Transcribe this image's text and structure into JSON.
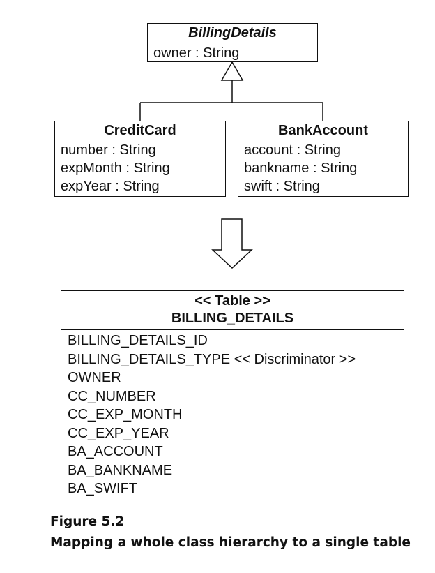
{
  "diagram": {
    "superclass": {
      "name": "BillingDetails",
      "attributes": [
        "owner : String"
      ]
    },
    "subclasses": [
      {
        "name": "CreditCard",
        "attributes": [
          "number : String",
          "expMonth : String",
          "expYear : String"
        ]
      },
      {
        "name": "BankAccount",
        "attributes": [
          "account : String",
          "bankname : String",
          "swift : String"
        ]
      }
    ],
    "table": {
      "stereotype": "<< Table >>",
      "name": "BILLING_DETAILS",
      "columns": [
        "BILLING_DETAILS_ID",
        "BILLING_DETAILS_TYPE << Discriminator >>",
        "OWNER",
        "CC_NUMBER",
        "CC_EXP_MONTH",
        "CC_EXP_YEAR",
        "BA_ACCOUNT",
        "BA_BANKNAME",
        "BA_SWIFT"
      ]
    }
  },
  "caption": {
    "label": "Figure 5.2",
    "text": "Mapping a whole class hierarchy to a single table"
  }
}
